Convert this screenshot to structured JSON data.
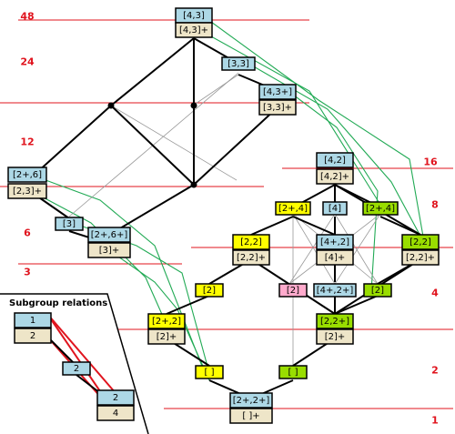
{
  "orders": [
    "48",
    "24",
    "12",
    "16",
    "8",
    "6",
    "3",
    "4",
    "2",
    "1"
  ],
  "legend": {
    "title": "Subgroup relations",
    "labels": [
      "1",
      "2",
      "2",
      "2",
      "4"
    ]
  },
  "nodes": {
    "n43": "[4,3]",
    "n43p": "[4,3]+",
    "n33": "[3,3]",
    "n43plus": "[4,3+]",
    "n33p": "[3,3]+",
    "n26": "[2+,6]",
    "n23p": "[2,3]+",
    "n3": "[3]",
    "n26p": "[2+,6+]",
    "n3p": "[3]+",
    "n42": "[4,2]",
    "n42p": "[4,2]+",
    "n24a": "[2+,4]",
    "n4": "[4]",
    "n24b": "[2+,4]",
    "n22a": "[2,2]",
    "n22ap": "[2,2]+",
    "n42plus": "[4+,2]",
    "n4p": "[4]+",
    "n22b": "[2,2]",
    "n22bp": "[2,2]+",
    "n2a": "[2]",
    "n2b": "[2]",
    "n42pp": "[4+,2+]",
    "n2c": "[2]",
    "n22plus": "[2+,2]",
    "n2p": "[2]+",
    "n22plusb": "[2,2+]",
    "n2pb": "[2]+",
    "e1": "[ ]",
    "e2": "[ ]",
    "n22pp": "[2+,2+]",
    "ep": "[ ]+"
  },
  "colors": {
    "blue": "#add8e6",
    "tan": "#eee5c8",
    "yellow": "#ffff00",
    "green": "#99dd00",
    "pink": "#ffaacc",
    "red": "#e0141e",
    "teal": "#22aa55"
  }
}
